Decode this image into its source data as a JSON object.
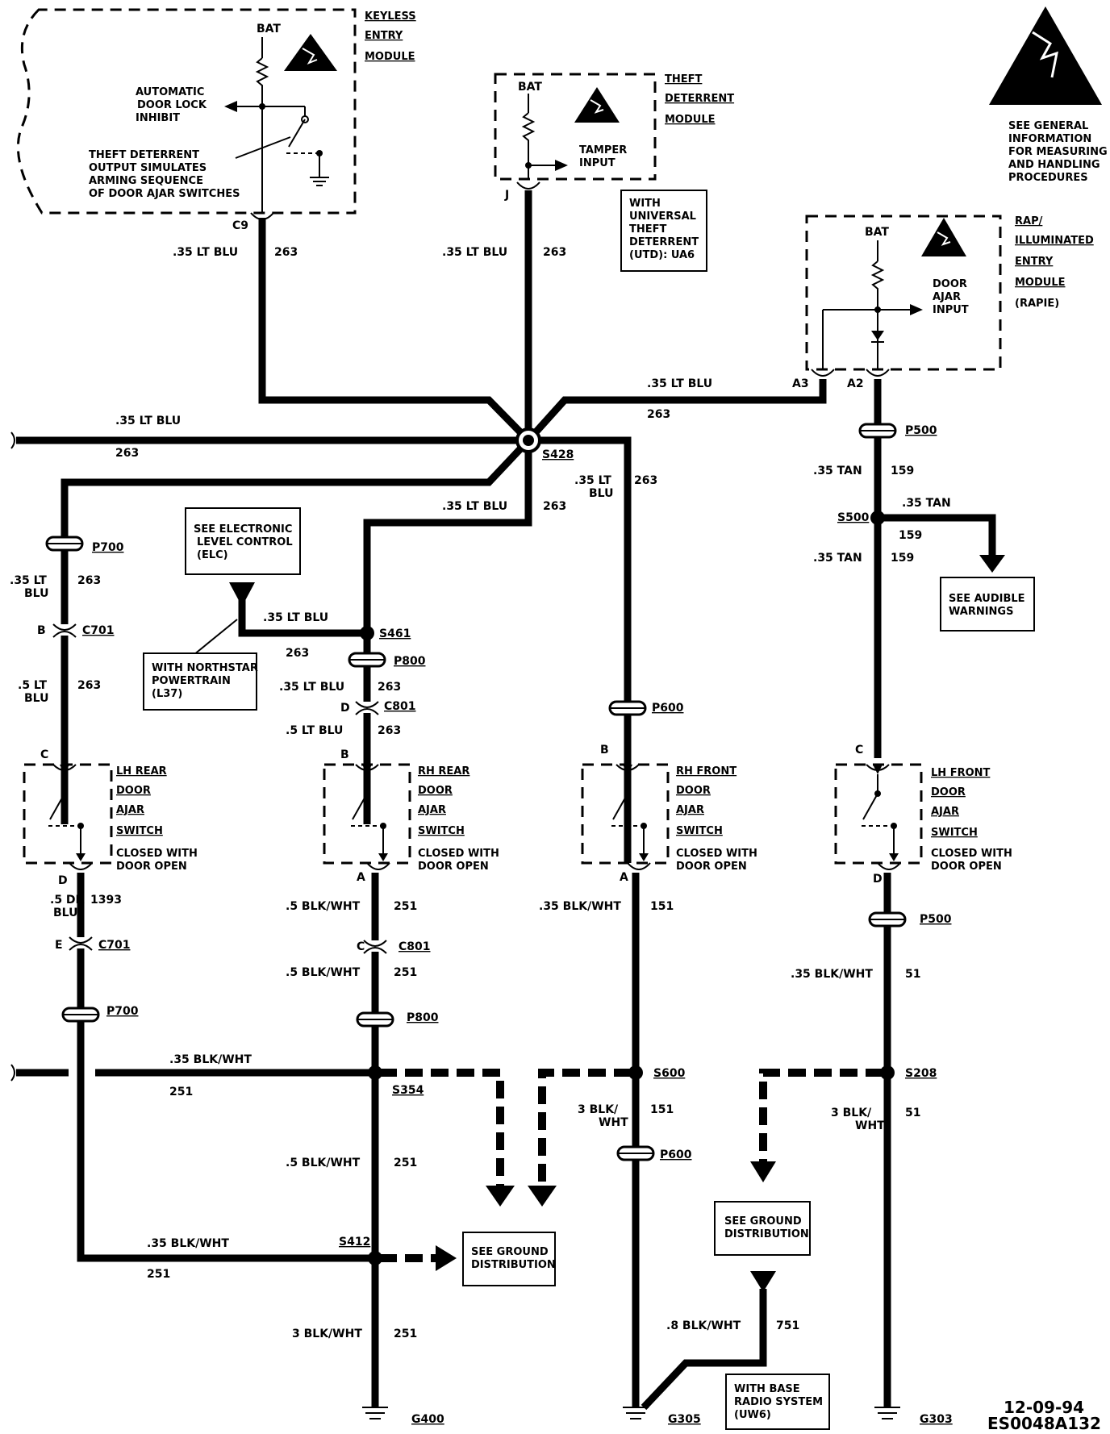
{
  "keyless_module": {
    "title": [
      "KEYLESS",
      "ENTRY",
      "MODULE"
    ],
    "bat": "BAT",
    "inhibit": [
      "AUTOMATIC",
      "DOOR LOCK",
      "INHIBIT"
    ],
    "theft_output": [
      "THEFT DETERRENT",
      "OUTPUT SIMULATES",
      "ARMING SEQUENCE",
      "OF DOOR AJAR SWITCHES"
    ],
    "pin": "C9"
  },
  "theft_module": {
    "title": [
      "THEFT",
      "DETERRENT",
      "MODULE"
    ],
    "bat": "BAT",
    "tamper": [
      "TAMPER",
      "INPUT"
    ],
    "pin": "J",
    "note": [
      "WITH",
      "UNIVERSAL",
      "THEFT",
      "DETERRENT",
      "(UTD): UA6"
    ]
  },
  "esd_warning": [
    "SEE GENERAL",
    "INFORMATION",
    "FOR MEASURING",
    "AND HANDLING",
    "PROCEDURES"
  ],
  "rapie_module": {
    "title": [
      "RAP/",
      "ILLUMINATED",
      "ENTRY",
      "MODULE",
      "(RAPIE)"
    ],
    "bat": "BAT",
    "input": [
      "DOOR",
      "AJAR",
      "INPUT"
    ],
    "pin_a3": "A3",
    "pin_a2": "A2"
  },
  "wires": {
    "lt_blu_35": ".35 LT BLU",
    "lt_blu_35_a": ".35 LT",
    "lt_blu_b": "BLU",
    "lt_blu_5": ".5 LT BLU",
    "lt_blu_5_a": ".5 LT",
    "c263": "263",
    "tan_35": ".35 TAN",
    "c159": "159",
    "dk_blu_a": ".5 DK",
    "dk_blu_b": "BLU",
    "c1393": "1393",
    "blk_wht_35": ".35 BLK/WHT",
    "blk_wht_5": ".5 BLK/WHT",
    "blk_wht_3": "3 BLK/WHT",
    "blk_wht_3a": "3 BLK/",
    "blk_wht_3b": "WHT",
    "blk_wht_8": ".8 BLK/WHT",
    "c251": "251",
    "c151": "151",
    "c51": "51",
    "c751": "751"
  },
  "splices": {
    "s428": "S428",
    "s461": "S461",
    "s500": "S500",
    "s354": "S354",
    "s412": "S412",
    "s600": "S600",
    "s208": "S208"
  },
  "connectors": {
    "p500": "P500",
    "p700": "P700",
    "c701": "C701",
    "p800": "P800",
    "c801": "C801",
    "p600": "P600"
  },
  "pins": {
    "a": "A",
    "b": "B",
    "c": "C",
    "d": "D",
    "e": "E"
  },
  "switches": {
    "lh_rear": [
      "LH REAR",
      "DOOR",
      "AJAR",
      "SWITCH"
    ],
    "rh_rear": [
      "RH REAR",
      "DOOR",
      "AJAR",
      "SWITCH"
    ],
    "rh_front": [
      "RH FRONT",
      "DOOR",
      "AJAR",
      "SWITCH"
    ],
    "lh_front": [
      "LH FRONT",
      "DOOR",
      "AJAR",
      "SWITCH"
    ],
    "closed": [
      "CLOSED WITH",
      "DOOR OPEN"
    ]
  },
  "notes": {
    "elc": [
      "SEE ELECTRONIC",
      "LEVEL CONTROL",
      "(ELC)"
    ],
    "northstar": [
      "WITH NORTHSTAR",
      "POWERTRAIN",
      "(L37)"
    ],
    "audible": [
      "SEE AUDIBLE",
      "WARNINGS"
    ],
    "ground_dist": [
      "SEE GROUND",
      "DISTRIBUTION"
    ],
    "base_radio": [
      "WITH BASE",
      "RADIO SYSTEM",
      "(UW6)"
    ]
  },
  "grounds": {
    "g400": "G400",
    "g305": "G305",
    "g303": "G303"
  },
  "footer": {
    "date": "12-09-94",
    "code": "ES0048A132"
  }
}
